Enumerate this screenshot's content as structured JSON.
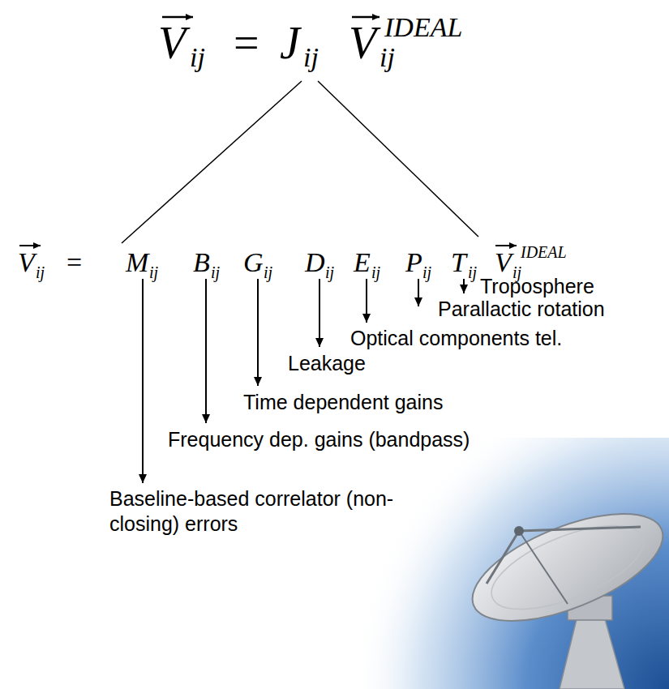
{
  "diagram": {
    "labels": [
      "V",
      "ij",
      "=",
      "J",
      "ij",
      "V",
      "ij",
      "IDEAL",
      "V",
      "ij",
      "=",
      "M",
      "ij",
      "B",
      "ij",
      "G",
      "ij",
      "D",
      "ij",
      "E",
      "ij",
      "P",
      "ij",
      "T",
      "ij",
      "V",
      "ij",
      "IDEAL",
      "Troposphere",
      "Parallactic rotation",
      "Optical components tel.",
      "Leakage",
      "Time dependent gains",
      "Frequency dep. gains (bandpass)",
      "Baseline-based correlator (non-closing) errors"
    ]
  }
}
